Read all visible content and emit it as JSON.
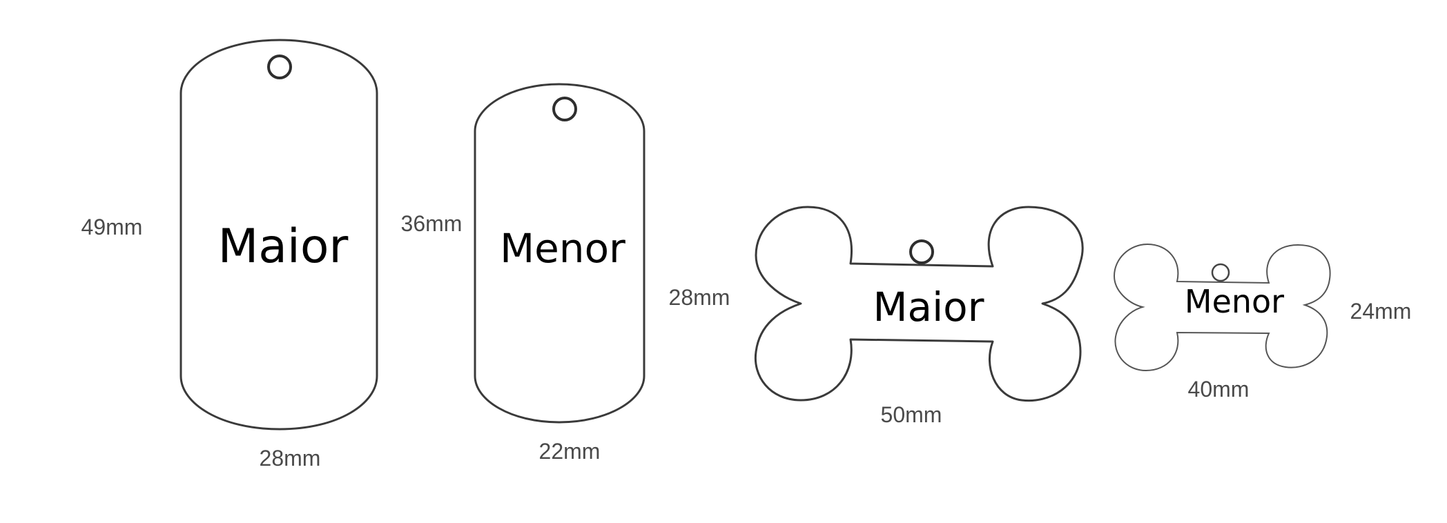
{
  "tags": [
    {
      "shape": "dog-tag",
      "size_label": "Maior",
      "height_label": "49mm",
      "width_label": "28mm"
    },
    {
      "shape": "dog-tag",
      "size_label": "Menor",
      "height_label": "36mm",
      "width_label": "22mm"
    },
    {
      "shape": "bone",
      "size_label": "Maior",
      "height_label": "28mm",
      "width_label": "50mm"
    },
    {
      "shape": "bone",
      "size_label": "Menor",
      "height_label": "24mm",
      "width_label": "40mm"
    }
  ],
  "colors": {
    "outline": "#3a3a3a",
    "dimension_text": "#4a4a4a",
    "name_text": "#000000",
    "background": "#ffffff"
  }
}
